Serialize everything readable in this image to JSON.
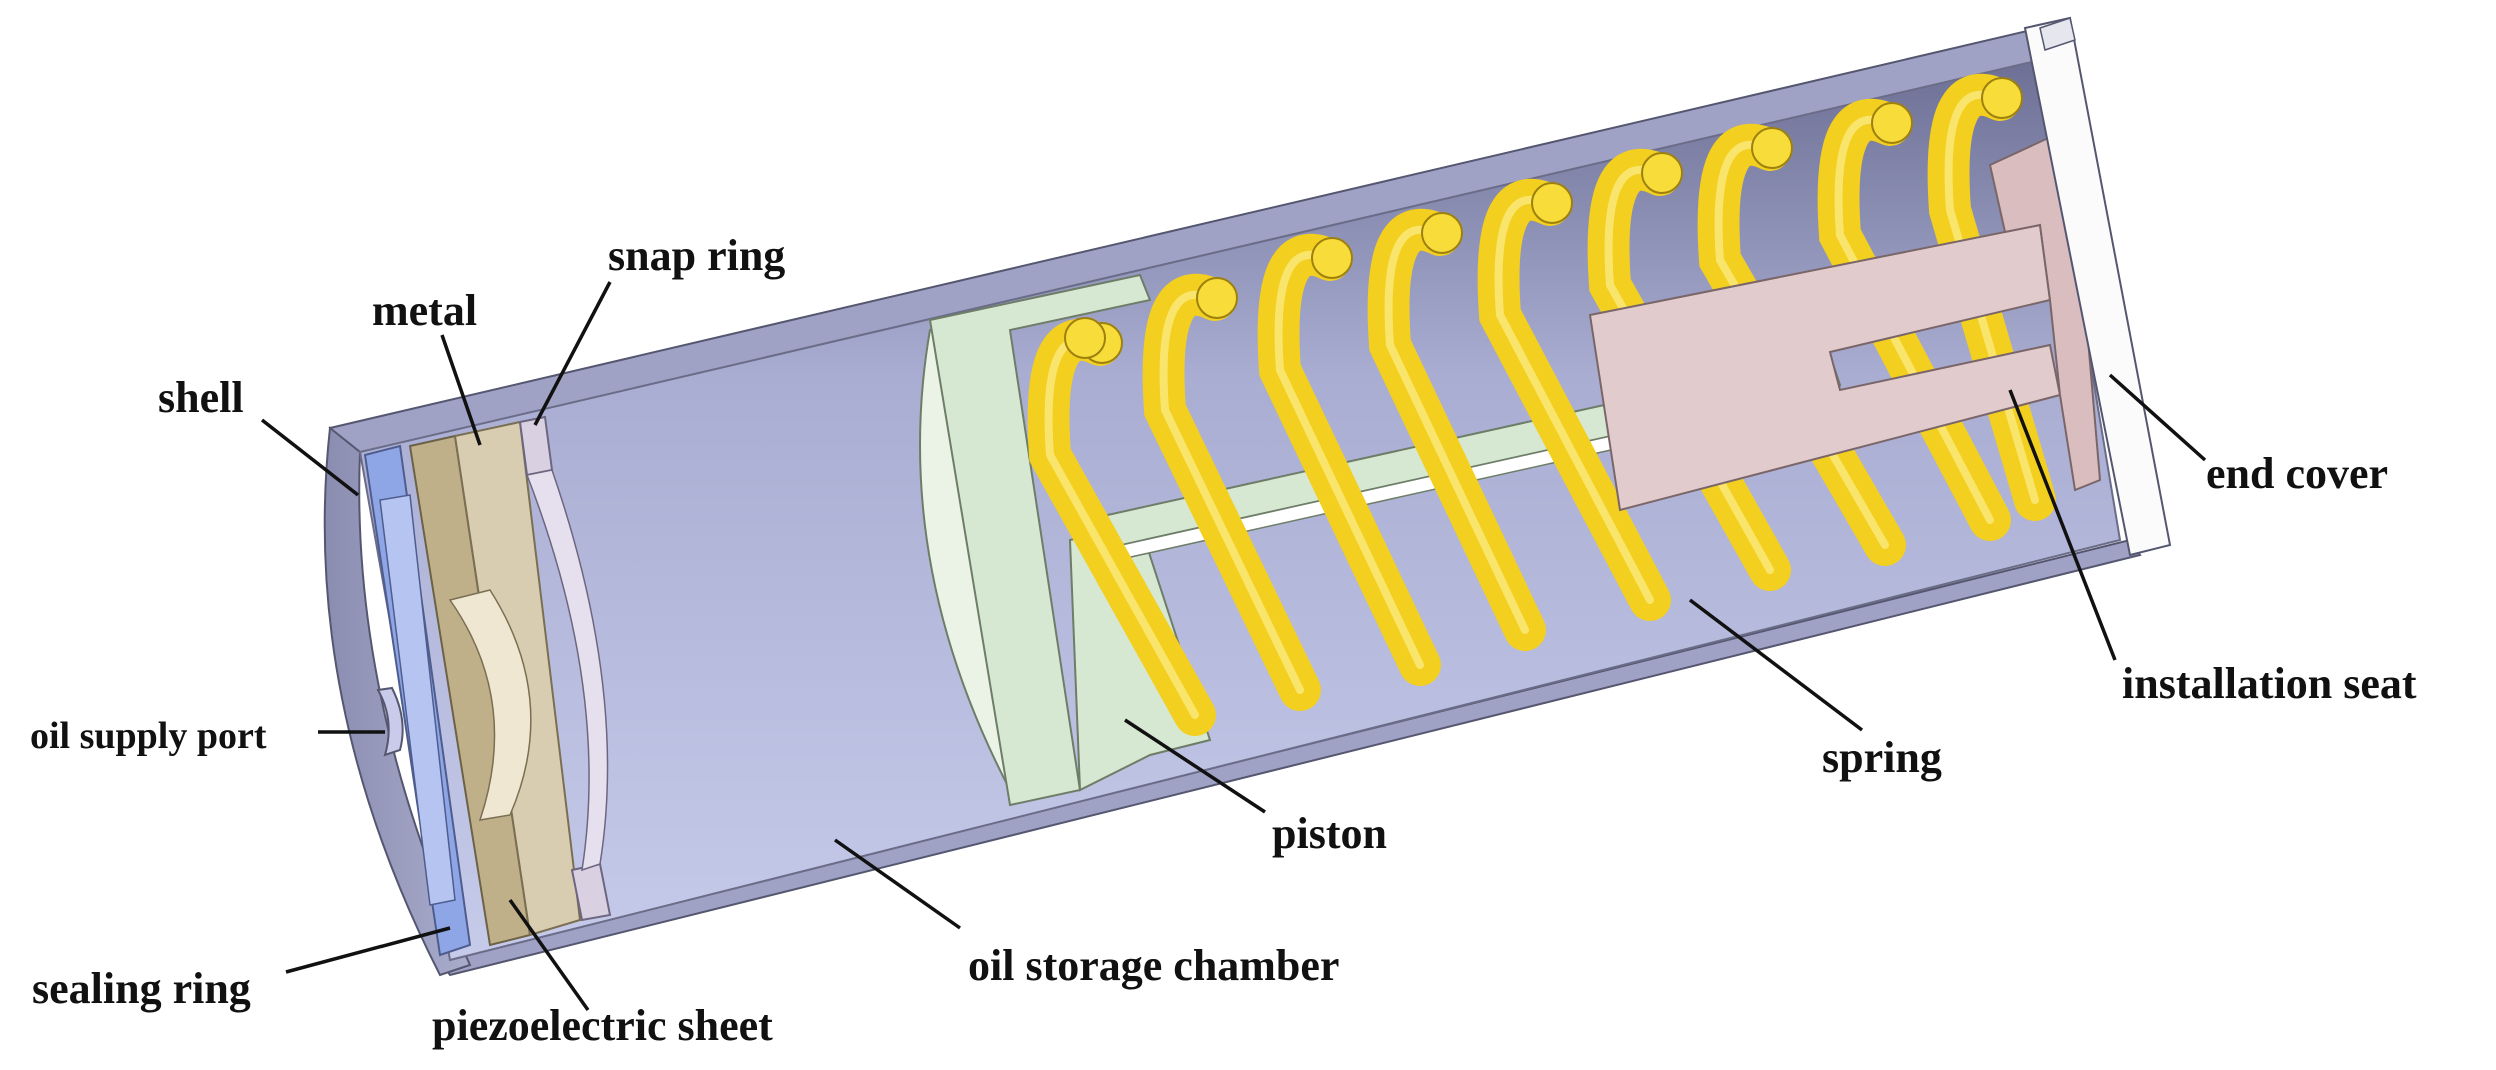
{
  "labels": {
    "shell": "shell",
    "metal": "metal",
    "snap_ring": "snap ring",
    "oil_supply_port": "oil supply port",
    "sealing_ring": "sealing ring",
    "piezoelectric_sheet": "piezoelectric sheet",
    "oil_storage_chamber": "oil storage chamber",
    "piston": "piston",
    "spring": "spring",
    "installation_seat": "installation seat",
    "end_cover": "end cover"
  },
  "colors": {
    "shell": "#9fa2c4",
    "chamber": "#c2c7e6",
    "metal": "#d8cdb0",
    "sealing_ring": "#8fa6e6",
    "snap_ring": "#d9d0e2",
    "piston": "#d6e7d2",
    "spring": "#f3cf1f",
    "installation_seat": "#e2cbcd",
    "end_cover": "#fbfbfb"
  }
}
